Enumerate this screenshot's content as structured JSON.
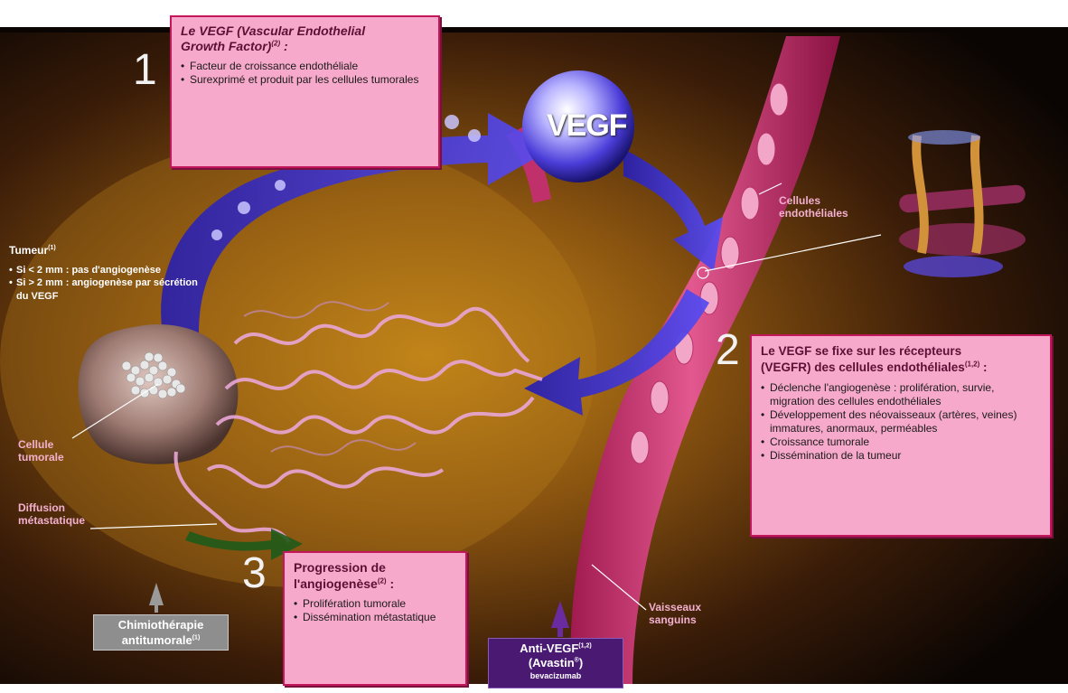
{
  "box1": {
    "number": "1",
    "title_line1": "Le VEGF (Vascular Endothelial",
    "title_line2": "Growth Factor)",
    "title_sup": "(2)",
    "title_tail": " :",
    "bullets": [
      "Facteur de croissance endothéliale",
      "Surexprimé et produit par les cellules tumorales"
    ]
  },
  "vegf_sphere_label": "VEGF",
  "tumeur": {
    "title": "Tumeur",
    "sup": "(1)",
    "bullets": [
      "Si < 2 mm : pas d'angiogenèse",
      "Si > 2 mm : angiogenèse par sécrétion du VEGF"
    ]
  },
  "box2": {
    "number": "2",
    "title_line1": "Le VEGF se fixe sur les récepteurs",
    "title_line2": "(VEGFR) des cellules endothéliales",
    "title_sup": "(1,2)",
    "title_tail": " :",
    "bullets": [
      "Déclenche l'angiogenèse : prolifération, survie, migration des cellules endothéliales",
      "Développement des néovaisseaux (artères, veines) immatures, anormaux, perméables",
      "Croissance tumorale",
      "Dissémination de la tumeur"
    ]
  },
  "box3": {
    "number": "3",
    "title_line1": "Progression de",
    "title_line2": "l'angiogenèse",
    "title_sup": "(2)",
    "title_tail": " :",
    "bullets": [
      "Prolifération tumorale",
      "Dissémination métastatique"
    ]
  },
  "labels": {
    "cellules_endo_1": "Cellules",
    "cellules_endo_2": "endothéliales",
    "cellule_tumorale_1": "Cellule",
    "cellule_tumorale_2": "tumorale",
    "diffusion_1": "Diffusion",
    "diffusion_2": "métastatique",
    "vaisseaux_1": "Vaisseaux",
    "vaisseaux_2": "sanguins"
  },
  "chimio": {
    "line1": "Chimiothérapie",
    "line2": "antitumorale",
    "sup": "(1)"
  },
  "antivegf": {
    "line1": "Anti-VEGF",
    "sup1": "(1,2)",
    "line2": "(Avastin",
    "sup2": "®",
    "line2_tail": ")",
    "line3": "bevacizumab"
  },
  "colors": {
    "box_fill": "#f7a9cb",
    "box_border": "#c2185b",
    "arrow_blue": "#3a2fd0",
    "vessel": "#d8457f",
    "chimio_box": "#8e8e8e",
    "antivegf_box": "#4a1a73"
  }
}
